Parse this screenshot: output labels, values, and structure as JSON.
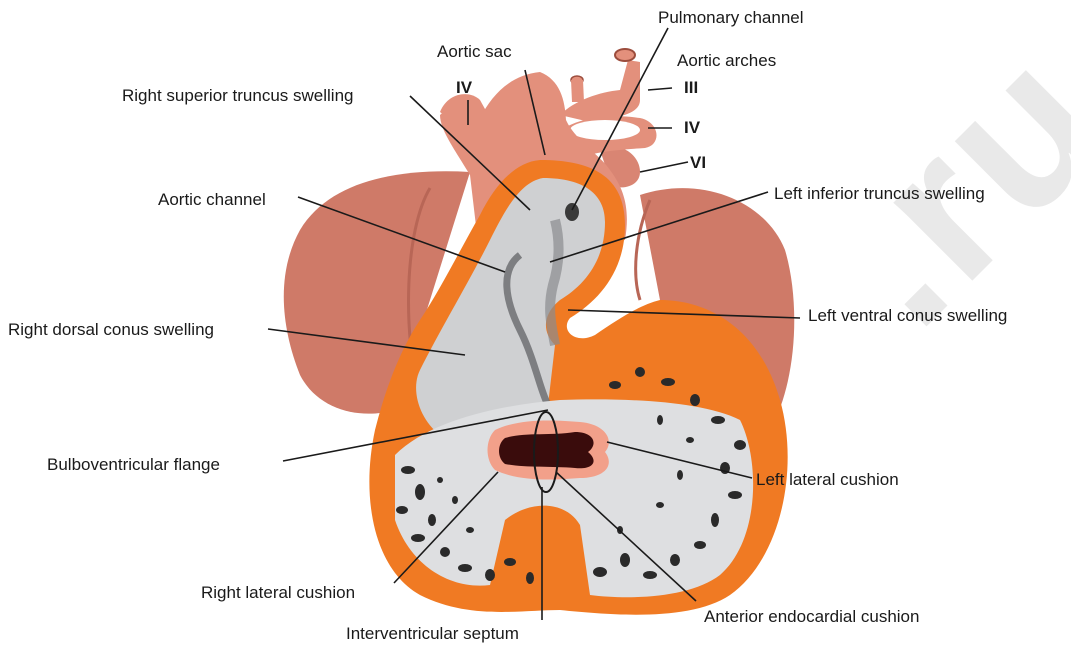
{
  "labels": {
    "pulmonary_channel": "Pulmonary channel",
    "aortic_sac": "Aortic sac",
    "aortic_arches": "Aortic arches",
    "right_superior_truncus": "Right superior truncus swelling",
    "aortic_channel": "Aortic channel",
    "left_inferior_truncus": "Left inferior truncus swelling",
    "right_dorsal_conus": "Right dorsal conus swelling",
    "left_ventral_conus": "Left ventral conus swelling",
    "bulboventricular_flange": "Bulboventricular flange",
    "left_lateral_cushion": "Left lateral cushion",
    "right_lateral_cushion": "Right lateral cushion",
    "anterior_endocardial_cushion": "Anterior endocardial cushion",
    "interventricular_septum": "Interventricular septum"
  },
  "arch_numerals": {
    "iv_left": "IV",
    "iii": "III",
    "iv_right": "IV",
    "vi": "VI"
  },
  "watermark": ".ru",
  "colors": {
    "wall_orange": "#f07a23",
    "vessel_pink": "#e3907c",
    "atrium": "#cf7a68",
    "lumen_grey": "#cfd0d2",
    "trabeculae": "#2a2a2a",
    "canal_pink": "#f2a08a",
    "canal_dark": "#3a0c0c"
  }
}
